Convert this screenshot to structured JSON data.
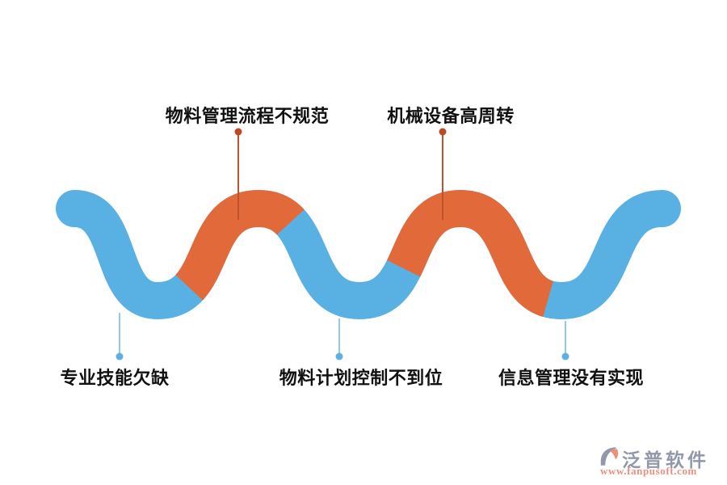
{
  "diagram": {
    "type": "wave-infographic",
    "top_labels": [
      "物料管理流程不规范",
      "机械设备高周转"
    ],
    "bottom_labels": [
      "专业技能欠缺",
      "物料计划控制不到位",
      "信息管理没有实现"
    ]
  },
  "colors": {
    "wave_blue": "#58B0E3",
    "wave_orange": "#E2693A",
    "top_connector_line": "#BE5329",
    "top_connector_dot": "#C04A1F",
    "bottom_connector_line": "#8FC9ED",
    "bottom_connector_dot": "#58B0E3",
    "label_text": "#111111",
    "brand_gray": "#9198AA",
    "brand_salmon": "#EC8F7D"
  },
  "watermark": {
    "brand": "泛普软件",
    "url": "www.fanpusoft.com"
  }
}
